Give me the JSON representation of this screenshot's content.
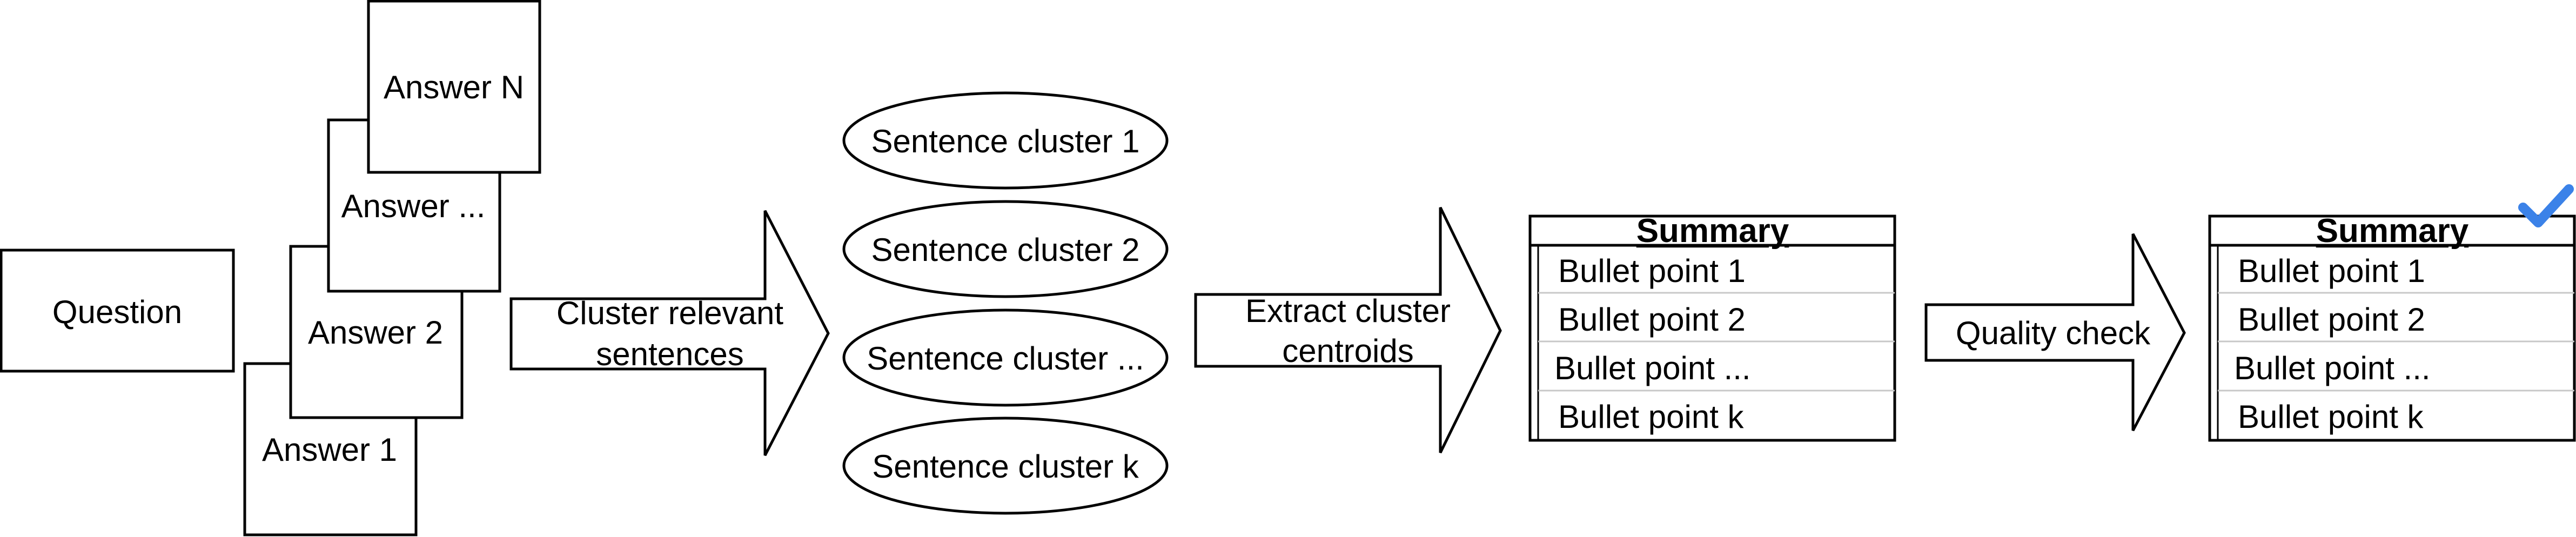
{
  "question": "Question",
  "answers": [
    "Answer 1",
    "Answer 2",
    "Answer ...",
    "Answer N"
  ],
  "steps": {
    "cluster": [
      "Cluster relevant",
      "sentences"
    ],
    "extract": [
      "Extract cluster",
      "centroids"
    ],
    "quality": "Quality check"
  },
  "clusters": [
    "Sentence cluster 1",
    "Sentence cluster 2",
    "Sentence cluster ...",
    "Sentence cluster k"
  ],
  "summary": {
    "title": "Summary",
    "bullets": [
      "Bullet point 1",
      "Bullet point 2",
      "Bullet point ...",
      "Bullet point k"
    ]
  },
  "final_summary": {
    "title": "Summary",
    "bullets": [
      "Bullet point 1",
      "Bullet point 2",
      "Bullet point ...",
      "Bullet point k"
    ],
    "check_icon": "checkmark-icon",
    "check_color": "#3b82e8"
  }
}
